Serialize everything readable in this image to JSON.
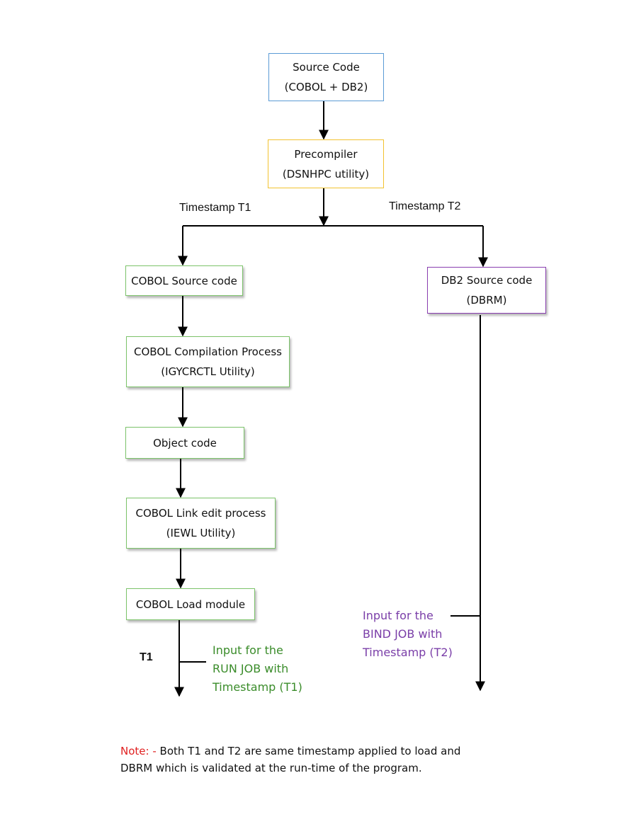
{
  "colors": {
    "blue_border": "#5b9bd5",
    "yellow_border": "#f2c230",
    "green_border": "#7cc36a",
    "purple_border": "#8a3fb0",
    "green_text": "#3a8c2a",
    "purple_text": "#7a3ea8",
    "note_red": "#e02020"
  },
  "boxes": {
    "source_code": {
      "line1": "Source Code",
      "line2": "(COBOL + DB2)"
    },
    "precompiler": {
      "line1": "Precompiler",
      "line2": "(DSNHPC utility)"
    },
    "cobol_source": {
      "line1": "COBOL Source code"
    },
    "db2_source": {
      "line1": "DB2 Source code",
      "line2": "(DBRM)"
    },
    "compilation": {
      "line1": "COBOL Compilation Process",
      "line2": "(IGYCRCTL Utility)"
    },
    "object_code": {
      "line1": "Object code"
    },
    "link_edit": {
      "line1": "COBOL Link edit process",
      "line2": "(IEWL Utility)"
    },
    "load_module": {
      "line1": "COBOL Load module"
    }
  },
  "labels": {
    "timestamp_t1": "Timestamp T1",
    "timestamp_t2": "Timestamp T2",
    "t1": "T1"
  },
  "annotations": {
    "run_job": {
      "line1": "Input for the",
      "line2": "RUN JOB with",
      "line3": "Timestamp (T1)"
    },
    "bind_job": {
      "line1": "Input for the",
      "line2": "BIND JOB with",
      "line3": "Timestamp (T2)"
    }
  },
  "note": {
    "prefix": "Note: -",
    "line1": "Both T1 and T2 are same timestamp applied to load and",
    "line2": "DBRM which is validated at the run-time of the program."
  }
}
